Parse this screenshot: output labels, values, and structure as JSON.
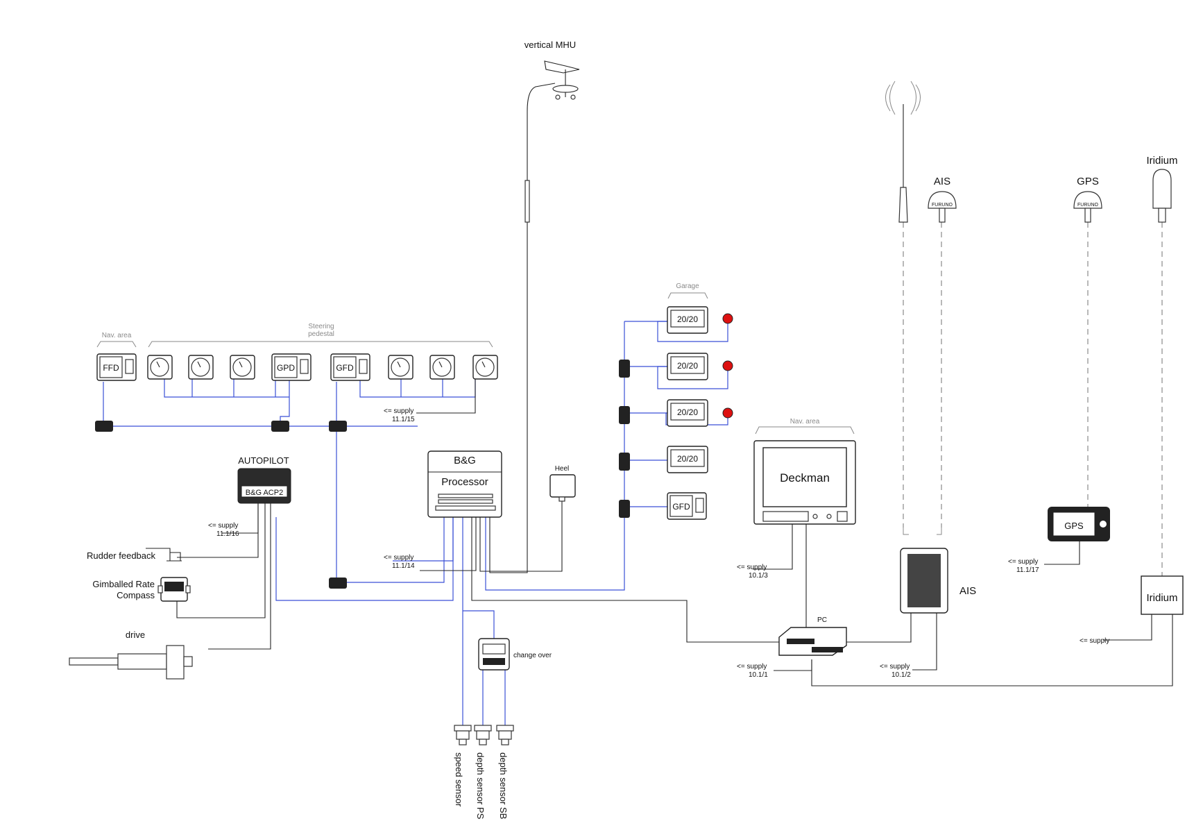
{
  "labels": {
    "vertical_mhu": "vertical MHU",
    "ais_antenna": "AIS",
    "furuno_1": "FURUNO",
    "gps_antenna": "GPS",
    "furuno_2": "FURUNO",
    "iridium_antenna": "Iridium",
    "garage": "Garage",
    "nav_area_left": "Nav. area",
    "steering_pedestal_1": "Steering",
    "steering_pedestal_2": "pedestal",
    "ffd": "FFD",
    "gpd": "GPD",
    "gfd_top": "GFD",
    "gfd_right": "GFD",
    "display_2020_a": "20/20",
    "display_2020_b": "20/20",
    "display_2020_c": "20/20",
    "display_2020_d": "20/20",
    "bg_brand": "B&G",
    "processor": "Processor",
    "autopilot": "AUTOPILOT",
    "acp2": "B&G ACP2",
    "heel": "Heel",
    "nav_area_right": "Nav. area",
    "deckman": "Deckman",
    "pc": "PC",
    "gps_unit": "GPS",
    "ais_unit": "AIS",
    "iridium_unit": "Iridium",
    "rudder_feedback": "Rudder feedback",
    "gimballed_1": "Gimballed Rate",
    "gimballed_2": "Compass",
    "drive": "drive",
    "change_over": "change over",
    "speed_sensor": "speed sensor",
    "depth_sensor_ps": "depth sensor PS",
    "depth_sensor_sb": "depth sensor SB"
  },
  "supplies": {
    "s_11_1_15": {
      "label": "<= supply",
      "ref": "11.1/15"
    },
    "s_11_1_16": {
      "label": "<= supply",
      "ref": "11.1/16"
    },
    "s_11_1_14": {
      "label": "<= supply",
      "ref": "11.1/14"
    },
    "s_10_1_3": {
      "label": "<= supply",
      "ref": "10.1/3"
    },
    "s_10_1_1": {
      "label": "<= supply",
      "ref": "10.1/1"
    },
    "s_10_1_2": {
      "label": "<= supply",
      "ref": "10.1/2"
    },
    "s_11_1_17": {
      "label": "<= supply",
      "ref": "11.1/17"
    },
    "s_iridium": {
      "label": "<= supply"
    }
  },
  "colors": {
    "network_cable": "#3a4fd6",
    "power_cable": "#222222",
    "antenna_cable": "#999999"
  }
}
